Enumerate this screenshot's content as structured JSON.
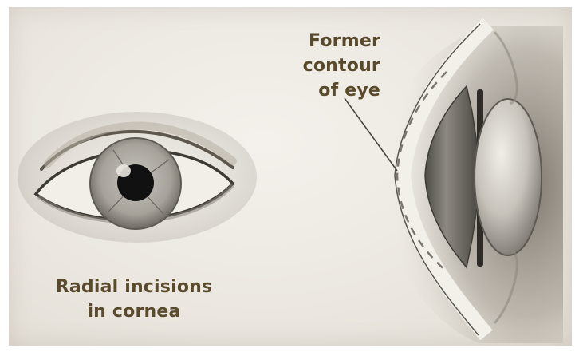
{
  "labels": {
    "radial_incisions": [
      "Radial incisions",
      "in cornea"
    ],
    "former_contour": [
      "Former",
      "contour",
      "of eye"
    ]
  },
  "colors": {
    "background": "#ece8e1",
    "label_text": "#5a4a2c",
    "iris": "#a9a59d",
    "pupil": "#111111",
    "sclera_shadow": "#6e6a64"
  }
}
